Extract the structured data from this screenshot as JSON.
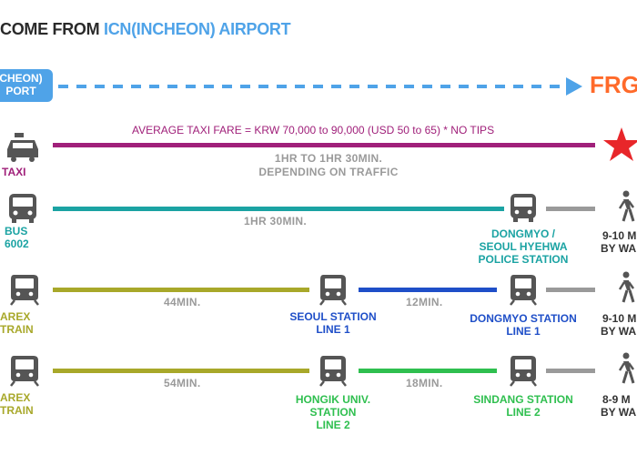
{
  "header": {
    "title_prefix": "COME FROM ",
    "title_highlight": "ICN(INCHEON) AIRPORT"
  },
  "origin": {
    "line1": "CHEON)",
    "line2": "PORT"
  },
  "destination": {
    "label": "FRG"
  },
  "colors": {
    "blue": "#4fa3e8",
    "magenta": "#a0207a",
    "teal": "#1ba3a3",
    "olive": "#a8a82a",
    "navy": "#1f4fc8",
    "green": "#2fbf4f",
    "orange": "#ff6a2a",
    "gray": "#9a9a9a",
    "dark": "#333333"
  },
  "routes": {
    "taxi": {
      "mode_label": "TAXI",
      "fare_note": "AVERAGE TAXI FARE = KRW 70,000 to 90,000 (USD 50 to 65) * NO TIPS",
      "duration_line1": "1HR TO 1HR 30MIN.",
      "duration_line2": "DEPENDING ON TRAFFIC"
    },
    "bus": {
      "mode_line1": "BUS",
      "mode_line2": "6002",
      "duration": "1HR 30MIN.",
      "stop_line1": "DONGMYO /",
      "stop_line2": "SEOUL HYEHWA",
      "stop_line3": "POLICE STATION",
      "walk_line1": "9-10 M",
      "walk_line2": "BY WA"
    },
    "arex_line1": {
      "mode_line1": "AREX",
      "mode_line2": "TRAIN",
      "duration1": "44MIN.",
      "transfer_line1": "SEOUL STATION",
      "transfer_line2": "LINE 1",
      "duration2": "12MIN.",
      "stop_line1": "DONGMYO STATION",
      "stop_line2": "LINE 1",
      "walk_line1": "9-10 M",
      "walk_line2": "BY WA"
    },
    "arex_line2": {
      "mode_line1": "AREX",
      "mode_line2": "TRAIN",
      "duration1": "54MIN.",
      "transfer_line1": "HONGIK UNIV.",
      "transfer_line2": "STATION",
      "transfer_line3": "LINE 2",
      "duration2": "18MIN.",
      "stop_line1": "SINDANG STATION",
      "stop_line2": "LINE 2",
      "walk_line1": "8-9 M",
      "walk_line2": "BY WA"
    }
  }
}
